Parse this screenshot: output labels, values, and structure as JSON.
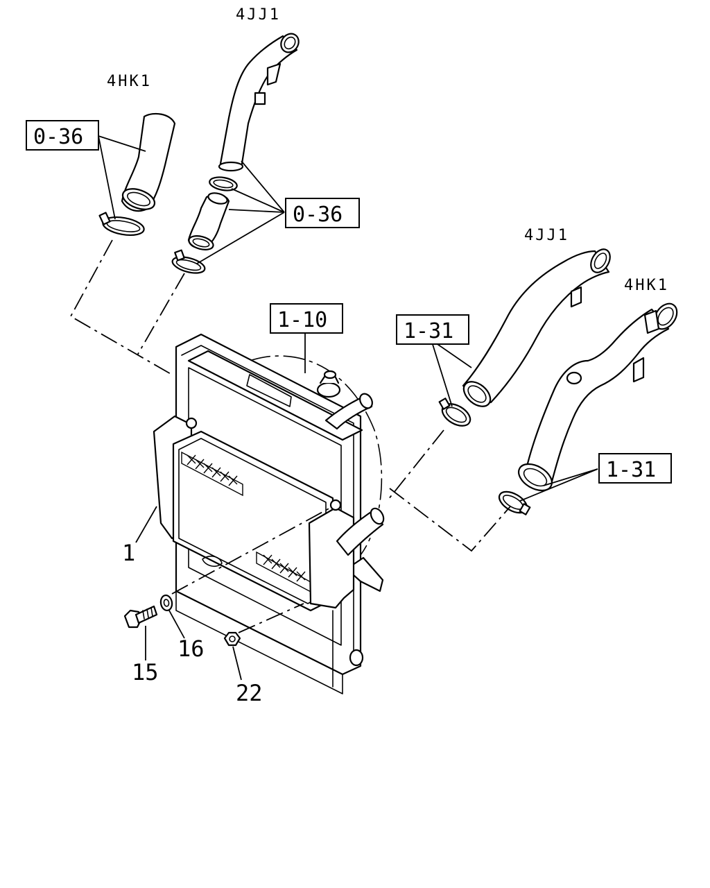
{
  "labels": {
    "engine_4jj1_top": "4JJ1",
    "engine_4hk1_top": "4HK1",
    "engine_4jj1_right": "4JJ1",
    "engine_4hk1_right": "4HK1",
    "ref_036_a": "0-36",
    "ref_036_b": "0-36",
    "ref_110": "1-10",
    "ref_131_a": "1-31",
    "ref_131_b": "1-31",
    "part_1": "1",
    "part_15": "15",
    "part_16": "16",
    "part_22": "22"
  }
}
